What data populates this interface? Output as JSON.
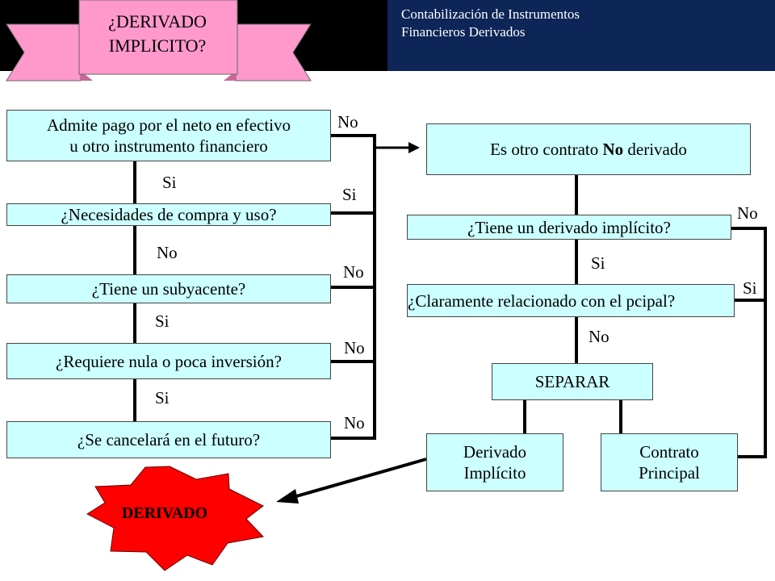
{
  "header": {
    "title_line1": "Contabilización de Instrumentos",
    "title_line2": "Financieros Derivados"
  },
  "banner": {
    "line1": "¿DERIVADO",
    "line2": "IMPLICITO?"
  },
  "left_column": {
    "q1_line1": "Admite pago por el neto en efectivo",
    "q1_line2": "u otro instrumento financiero",
    "q2": "¿Necesidades de compra y uso?",
    "q3": "¿Tiene un subyacente?",
    "q4": "¿Requiere nula o poca inversión?",
    "q5": "¿Se cancelará en el futuro?"
  },
  "left_labels": {
    "si_1": "Si",
    "no_2": "No",
    "si_3": "Si",
    "si_4": "Si",
    "no_q1": "No",
    "si_q2": "Si",
    "no_q3": "No",
    "no_q4": "No",
    "no_q5": "No"
  },
  "right_column": {
    "not_derivative_pre": "Es otro contrato ",
    "not_derivative_bold": "No",
    "not_derivative_post": " derivado",
    "r2": "¿Tiene un derivado implícito?",
    "r3": "¿Claramente relacionado con el pcipal?",
    "separate": "SEPARAR",
    "implicit_line1": "Derivado",
    "implicit_line2": "Implícito",
    "principal_line1": "Contrato",
    "principal_line2": "Principal"
  },
  "right_labels": {
    "no_r2": "No",
    "si_r2": "Si",
    "si_r3": "Si",
    "no_r3": "No"
  },
  "result": {
    "label": "DERIVADO"
  },
  "colors": {
    "box_fill": "#ccffff",
    "banner_fill": "#ff99cc",
    "star_fill": "#ff0000",
    "header_dark": "#0d2557"
  }
}
